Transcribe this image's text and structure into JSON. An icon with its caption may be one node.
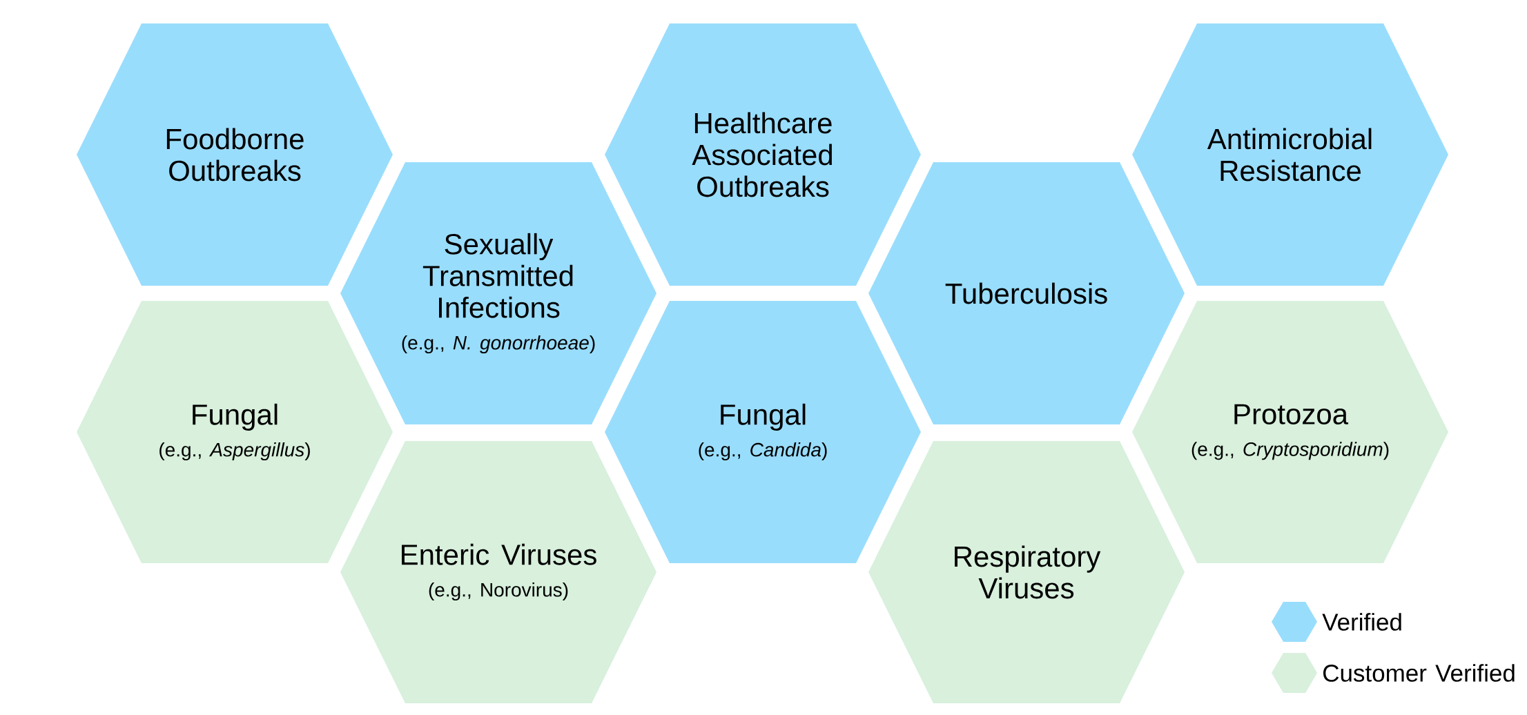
{
  "diagram": {
    "nodes": [
      {
        "text": [
          "Foodborne Outbreaks"
        ]
      },
      {
        "text": [
          "Healthcare Associated Outbreaks"
        ]
      },
      {
        "text": [
          "Antimicrobial Resistance"
        ]
      },
      {
        "text": [
          "Sexually Transmitted Infections",
          "(e.g., *N. gonorrhoeae*)"
        ]
      },
      {
        "text": [
          "Tuberculosis"
        ]
      },
      {
        "text": [
          "Fungal",
          "(e.g., *Aspergillus*)"
        ]
      },
      {
        "text": [
          "Fungal",
          "(e.g., *Candida*)"
        ]
      },
      {
        "text": [
          "Protozoa",
          "(e.g., *Cryptosporidium*)"
        ]
      },
      {
        "text": [
          "Enteric Viruses",
          "(e.g., Norovirus)"
        ]
      },
      {
        "text": [
          "Respiratory Viruses"
        ]
      }
    ],
    "legend": [
      {
        "text": "Verified",
        "color": "#99ddfc"
      },
      {
        "text": "Customer Verified",
        "color": "#d8f0dc"
      }
    ]
  }
}
